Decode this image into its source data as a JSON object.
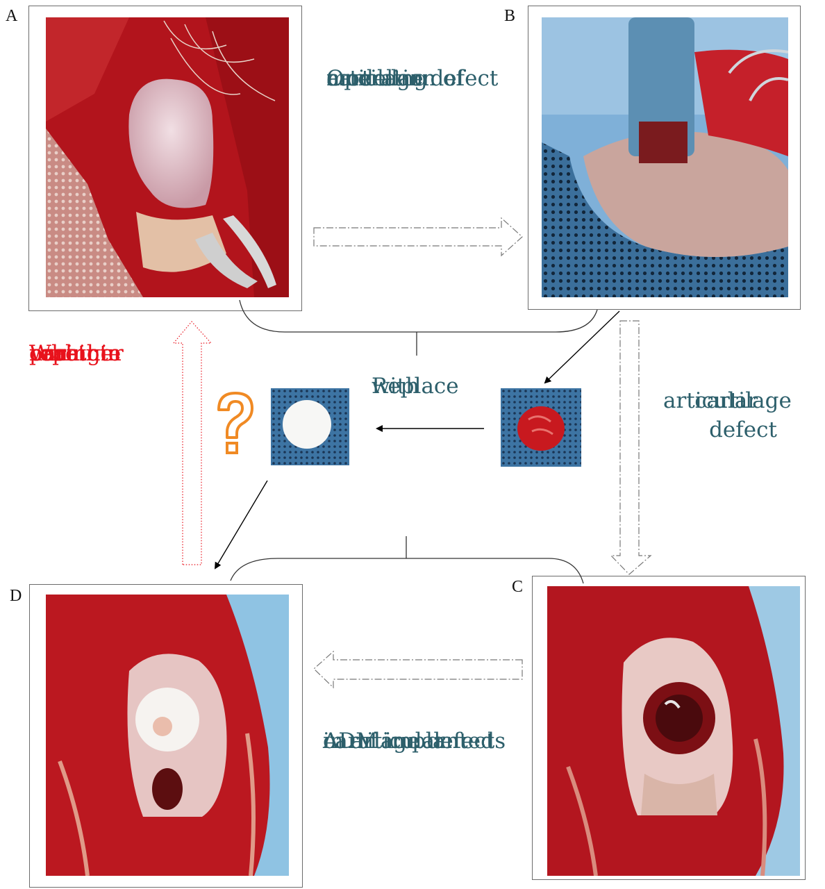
{
  "panels": {
    "a": {
      "label": "A"
    },
    "b": {
      "label": "B"
    },
    "c": {
      "label": "C"
    },
    "d": {
      "label": "D"
    }
  },
  "captions": {
    "operation": [
      "Operation of",
      "articular",
      "cartilage defect",
      "modeling"
    ],
    "defect": [
      "articular",
      "cartilage defect"
    ],
    "replace": [
      "Replace",
      "with"
    ],
    "adm": [
      "ADM implanted",
      "in articular",
      "cartilage defects"
    ],
    "question": [
      "Whether",
      "oral",
      "naringin",
      "can",
      "promote",
      "repair"
    ]
  },
  "icons": {
    "question": "question-mark-icon"
  },
  "colors": {
    "teal_text": "#2d5f6b",
    "red_text": "#e8121c",
    "question_icon": "#f08a24"
  }
}
